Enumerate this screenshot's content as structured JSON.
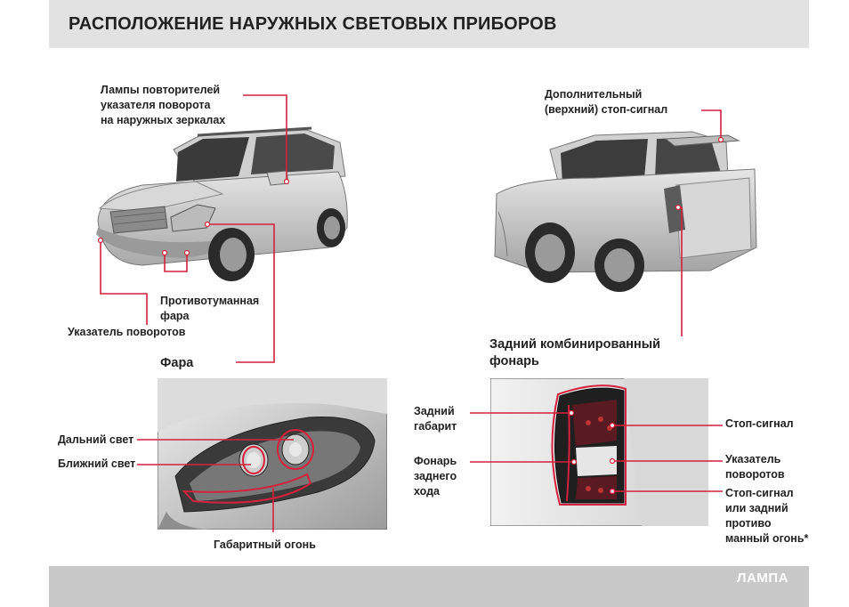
{
  "header": {
    "title": "РАСПОЛОЖЕНИЕ НАРУЖНЫХ СВЕТОВЫХ ПРИБОРОВ"
  },
  "front_view": {
    "mirror_repeaters": "Лампы повторителей\nуказателя поворота\nна наружных зеркалах",
    "fog_lamp": "Противотуманная\nфара",
    "turn_signal": "Указатель поворотов",
    "headlamp": "Фара"
  },
  "rear_view": {
    "high_stop": "Дополнительный\n(верхний) стоп-сигнал",
    "rear_combination": "Задний комбинированный\nфонарь"
  },
  "headlamp_detail": {
    "high_beam": "Дальний свет",
    "low_beam": "Ближний свет",
    "position_lamp": "Габаритный огонь"
  },
  "taillamp_detail": {
    "tail_lamp": "Задний\nгабарит",
    "reverse_lamp": "Фонарь\nзаднего\nхода",
    "stop_lamp": "Стоп-сигнал",
    "turn_signal": "Указатель\nповоротов",
    "stop_or_fog": "Стоп-сигнал\nили задний\nпротиво\nманный огонь*"
  },
  "footer": {
    "section": "ЛАМПА"
  },
  "colors": {
    "accent": "#d4213d",
    "band_top": "#e2e2e2",
    "band_bottom": "#c8c8c8"
  }
}
